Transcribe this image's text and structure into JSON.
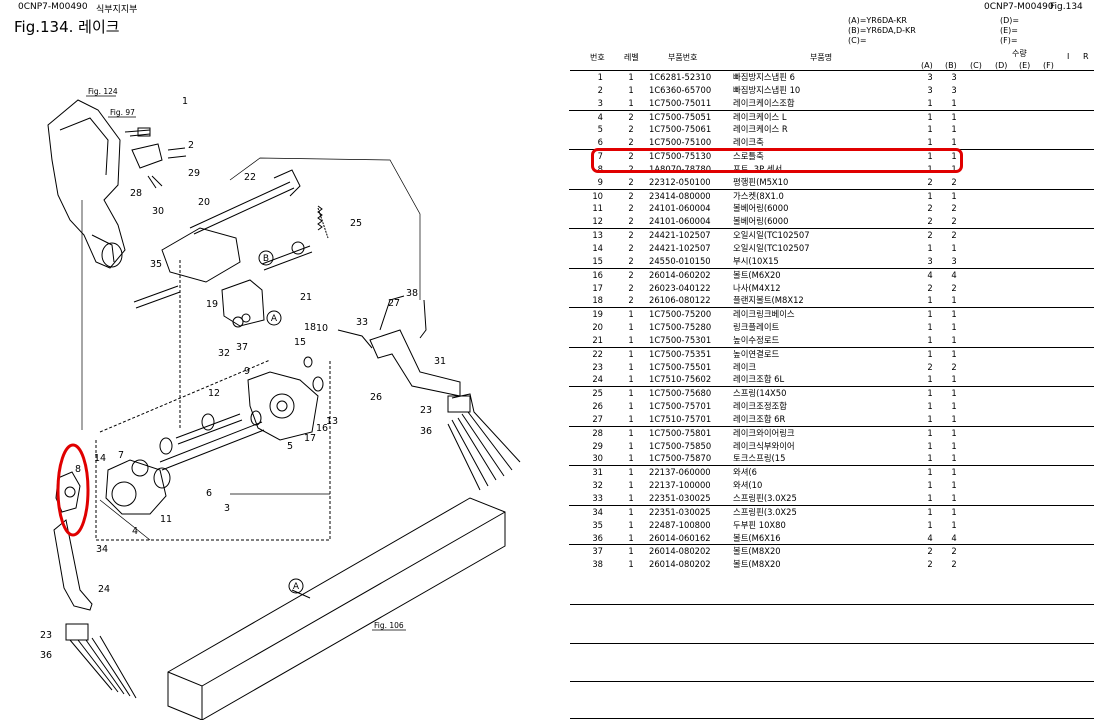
{
  "header": {
    "doc_code_left": "0CNP7-M00490",
    "section_name": "식부지지부",
    "fig_title": "Fig.134.  레이크",
    "doc_code_right": "0CNP7-M00490",
    "fig_ref_right": "Fig.134"
  },
  "legend": {
    "a": "(A)=YR6DA-KR",
    "b": "(B)=YR6DA,D-KR",
    "c": "(C)=",
    "d": "(D)=",
    "e": "(E)=",
    "f": "(F)="
  },
  "columns": {
    "no": "번호",
    "level": "레벨",
    "part_no": "부품번호",
    "name": "부품명",
    "qty": "수량",
    "i": "I",
    "r": "R",
    "qa": "(A)",
    "qb": "(B)",
    "qc": "(C)",
    "qd": "(D)",
    "qe": "(E)",
    "qf": "(F)"
  },
  "parts": [
    {
      "no": "1",
      "lv": "1",
      "pn": "1C6281-52310",
      "name": "빠짐방지스냅핀 6",
      "a": "3",
      "b": "3"
    },
    {
      "no": "2",
      "lv": "1",
      "pn": "1C6360-65700",
      "name": "빠짐방지스냅핀 10",
      "a": "3",
      "b": "3"
    },
    {
      "no": "3",
      "lv": "1",
      "pn": "1C7500-75011",
      "name": "레이크케이스조합",
      "a": "1",
      "b": "1"
    },
    {
      "no": "4",
      "lv": "2",
      "pn": "1C7500-75051",
      "name": "레이크케이스 L",
      "a": "1",
      "b": "1"
    },
    {
      "no": "5",
      "lv": "2",
      "pn": "1C7500-75061",
      "name": "레이크케이스 R",
      "a": "1",
      "b": "1"
    },
    {
      "no": "6",
      "lv": "2",
      "pn": "1C7500-75100",
      "name": "레이크축",
      "a": "1",
      "b": "1"
    },
    {
      "no": "7",
      "lv": "2",
      "pn": "1C7500-75130",
      "name": "스로틀축",
      "a": "1",
      "b": "1"
    },
    {
      "no": "8",
      "lv": "2",
      "pn": "1A8070-78780",
      "name": "포트, 3P 센서",
      "a": "1",
      "b": "1"
    },
    {
      "no": "9",
      "lv": "2",
      "pn": "22312-050100",
      "name": "평행핀(M5X10",
      "a": "2",
      "b": "2"
    },
    {
      "no": "10",
      "lv": "2",
      "pn": "23414-080000",
      "name": "가스켓(8X1.0",
      "a": "1",
      "b": "1"
    },
    {
      "no": "11",
      "lv": "2",
      "pn": "24101-060004",
      "name": "볼베어링(6000",
      "a": "2",
      "b": "2"
    },
    {
      "no": "12",
      "lv": "2",
      "pn": "24101-060004",
      "name": "볼베어링(6000",
      "a": "2",
      "b": "2"
    },
    {
      "no": "13",
      "lv": "2",
      "pn": "24421-102507",
      "name": "오일시일(TC102507",
      "a": "2",
      "b": "2"
    },
    {
      "no": "14",
      "lv": "2",
      "pn": "24421-102507",
      "name": "오일시일(TC102507",
      "a": "1",
      "b": "1"
    },
    {
      "no": "15",
      "lv": "2",
      "pn": "24550-010150",
      "name": "부시(10X15",
      "a": "3",
      "b": "3"
    },
    {
      "no": "16",
      "lv": "2",
      "pn": "26014-060202",
      "name": "볼트(M6X20",
      "a": "4",
      "b": "4"
    },
    {
      "no": "17",
      "lv": "2",
      "pn": "26023-040122",
      "name": "나사(M4X12",
      "a": "2",
      "b": "2"
    },
    {
      "no": "18",
      "lv": "2",
      "pn": "26106-080122",
      "name": "플랜지볼트(M8X12",
      "a": "1",
      "b": "1"
    },
    {
      "no": "19",
      "lv": "1",
      "pn": "1C7500-75200",
      "name": "레이크링크베이스",
      "a": "1",
      "b": "1"
    },
    {
      "no": "20",
      "lv": "1",
      "pn": "1C7500-75280",
      "name": "링크플레이트",
      "a": "1",
      "b": "1"
    },
    {
      "no": "21",
      "lv": "1",
      "pn": "1C7500-75301",
      "name": "높이수정로드",
      "a": "1",
      "b": "1"
    },
    {
      "no": "22",
      "lv": "1",
      "pn": "1C7500-75351",
      "name": "높이연결로드",
      "a": "1",
      "b": "1"
    },
    {
      "no": "23",
      "lv": "1",
      "pn": "1C7500-75501",
      "name": "레이크",
      "a": "2",
      "b": "2"
    },
    {
      "no": "24",
      "lv": "1",
      "pn": "1C7510-75602",
      "name": "레이크조합 6L",
      "a": "1",
      "b": "1"
    },
    {
      "no": "25",
      "lv": "1",
      "pn": "1C7500-75680",
      "name": "스프링(14X50",
      "a": "1",
      "b": "1"
    },
    {
      "no": "26",
      "lv": "1",
      "pn": "1C7500-75701",
      "name": "레이크조정조합",
      "a": "1",
      "b": "1"
    },
    {
      "no": "27",
      "lv": "1",
      "pn": "1C7510-75701",
      "name": "레이크조합 6R",
      "a": "1",
      "b": "1"
    },
    {
      "no": "28",
      "lv": "1",
      "pn": "1C7500-75801",
      "name": "레이크와이어링크",
      "a": "1",
      "b": "1"
    },
    {
      "no": "29",
      "lv": "1",
      "pn": "1C7500-75850",
      "name": "레이크식부와이어",
      "a": "1",
      "b": "1"
    },
    {
      "no": "30",
      "lv": "1",
      "pn": "1C7500-75870",
      "name": "토크스프링(15",
      "a": "1",
      "b": "1"
    },
    {
      "no": "31",
      "lv": "1",
      "pn": "22137-060000",
      "name": "와셔(6",
      "a": "1",
      "b": "1"
    },
    {
      "no": "32",
      "lv": "1",
      "pn": "22137-100000",
      "name": "와셔(10",
      "a": "1",
      "b": "1"
    },
    {
      "no": "33",
      "lv": "1",
      "pn": "22351-030025",
      "name": "스프링핀(3.0X25",
      "a": "1",
      "b": "1"
    },
    {
      "no": "34",
      "lv": "1",
      "pn": "22351-030025",
      "name": "스프링핀(3.0X25",
      "a": "1",
      "b": "1"
    },
    {
      "no": "35",
      "lv": "1",
      "pn": "22487-100800",
      "name": "두부핀 10X80",
      "a": "1",
      "b": "1"
    },
    {
      "no": "36",
      "lv": "1",
      "pn": "26014-060162",
      "name": "볼트(M6X16",
      "a": "4",
      "b": "4"
    },
    {
      "no": "37",
      "lv": "1",
      "pn": "26014-080202",
      "name": "볼트(M8X20",
      "a": "2",
      "b": "2"
    },
    {
      "no": "38",
      "lv": "1",
      "pn": "26014-080202",
      "name": "볼트(M8X20",
      "a": "2",
      "b": "2"
    }
  ],
  "diagram": {
    "fig_refs": [
      "Fig. 124",
      "Fig. 97",
      "Fig. 106"
    ],
    "callouts": [
      "1",
      "2",
      "3",
      "4",
      "5",
      "6",
      "7",
      "8",
      "9",
      "10",
      "11",
      "12",
      "13",
      "14",
      "15",
      "16",
      "17",
      "18",
      "19",
      "20",
      "21",
      "22",
      "23",
      "24",
      "25",
      "26",
      "27",
      "28",
      "29",
      "30",
      "31",
      "32",
      "33",
      "34",
      "35",
      "36",
      "37",
      "38"
    ],
    "markers": [
      "A",
      "B"
    ]
  },
  "colors": {
    "highlight": "#e00000",
    "line": "#000000"
  }
}
